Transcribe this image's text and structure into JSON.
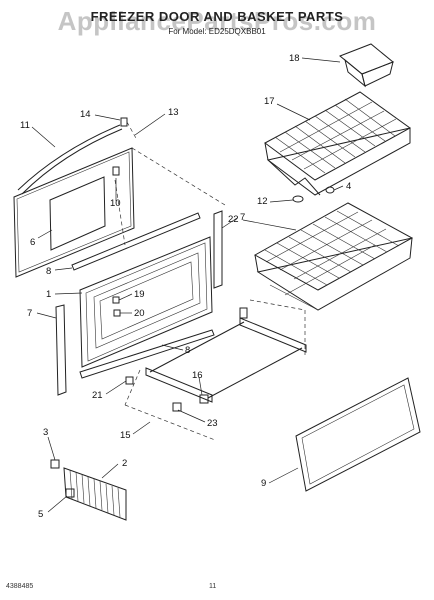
{
  "header": {
    "title": "FREEZER DOOR AND BASKET PARTS",
    "subtitle": "For Model: ED25DQXBB01",
    "watermark": "AppliancePartsPros.com"
  },
  "footer": {
    "doc_code": "4388485",
    "page_number": "11"
  },
  "callouts": [
    "11",
    "14",
    "13",
    "18",
    "17",
    "6",
    "10",
    "12",
    "4",
    "22",
    "7",
    "8",
    "1",
    "19",
    "20",
    "7",
    "8",
    "21",
    "16",
    "23",
    "15",
    "3",
    "2",
    "9",
    "5"
  ]
}
